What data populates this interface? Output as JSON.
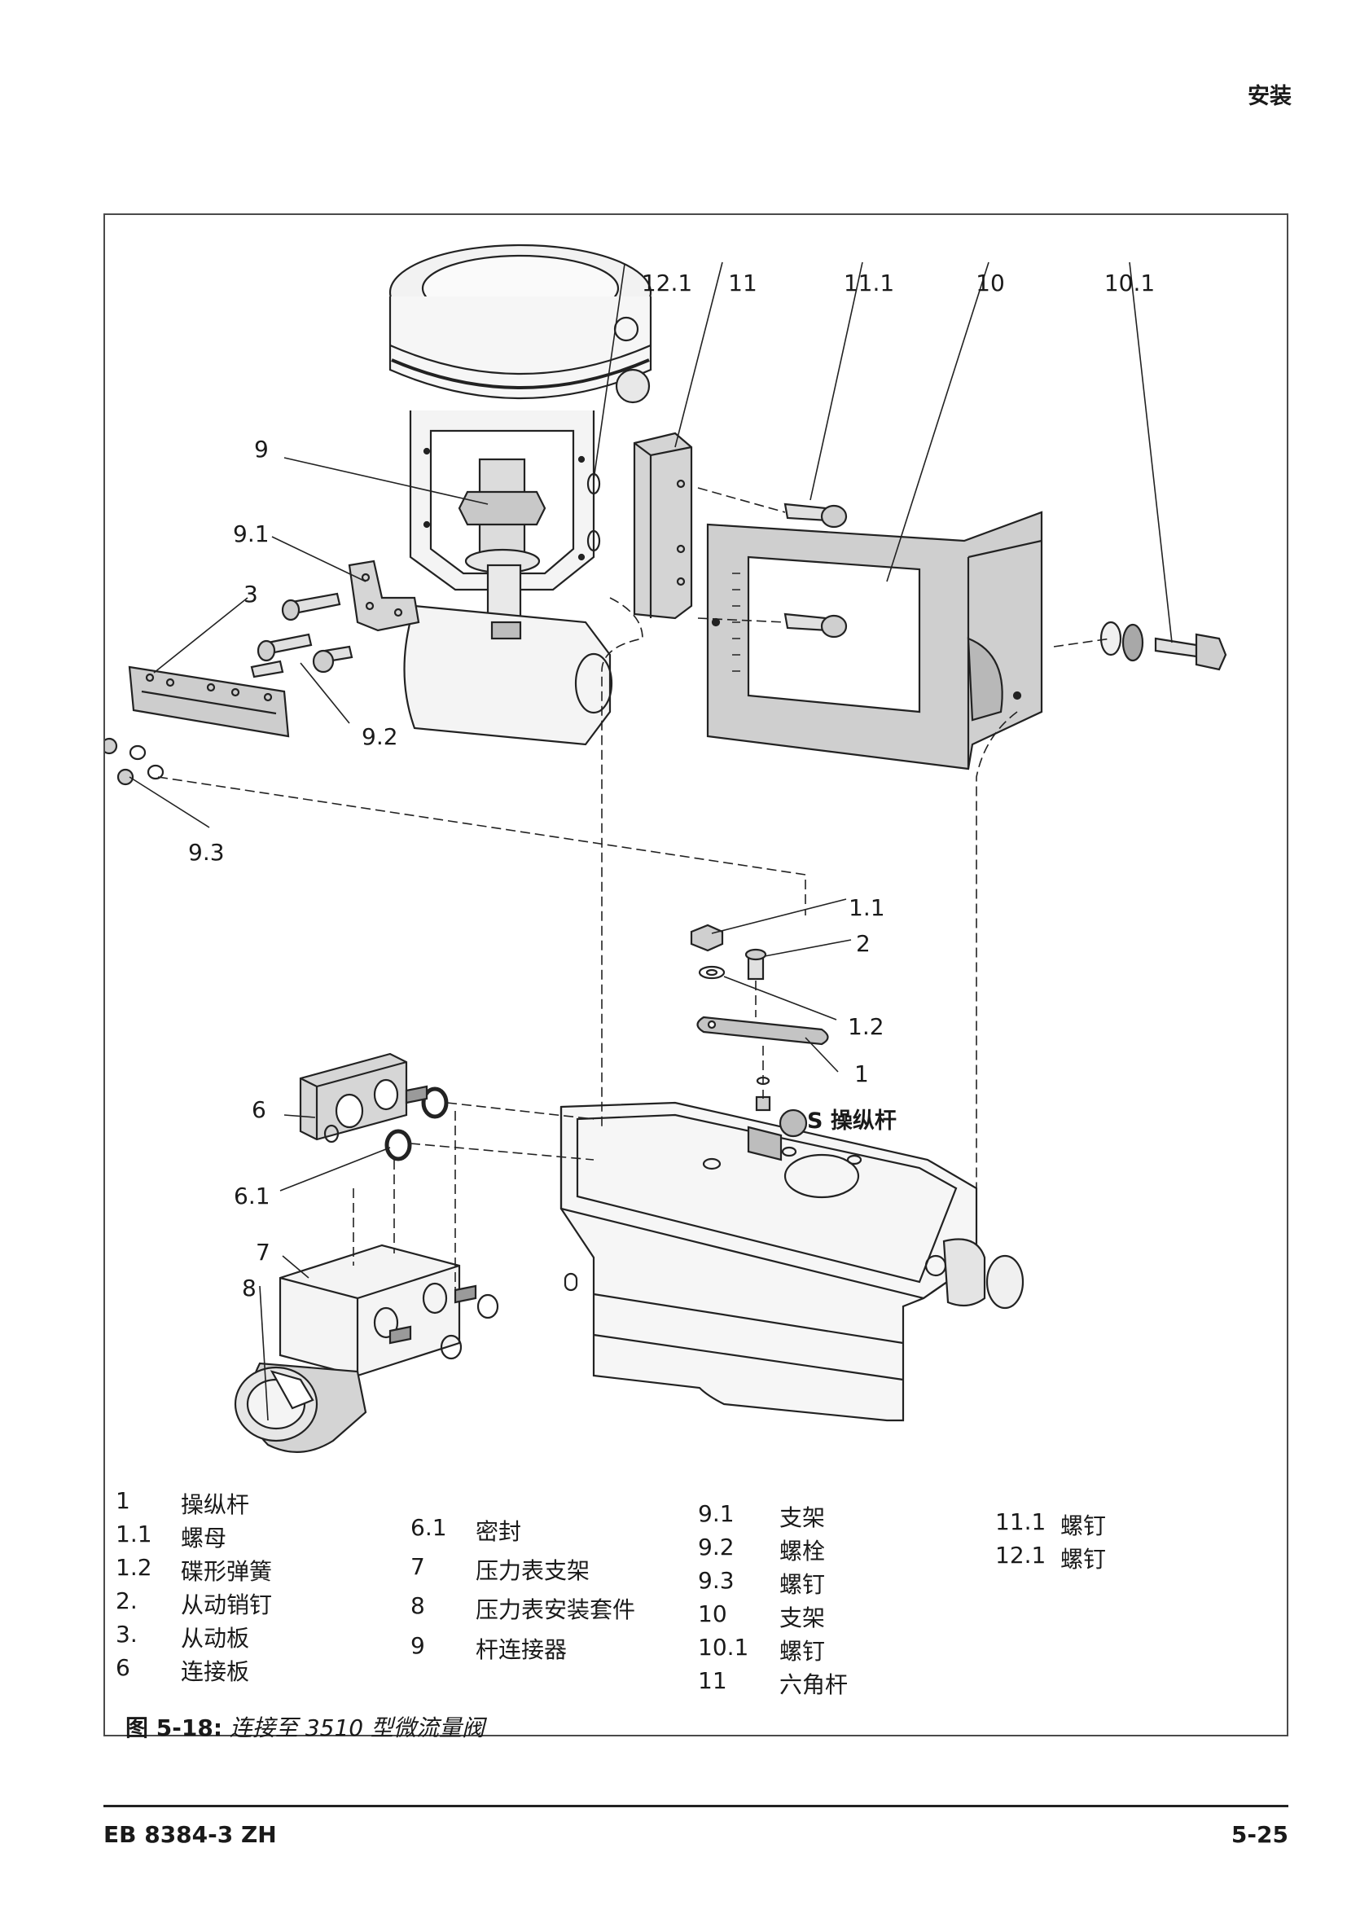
{
  "header": {
    "section_title": "安装"
  },
  "figure": {
    "callouts": {
      "c12_1": "12.1",
      "c11": "11",
      "c11_1": "11.1",
      "c10": "10",
      "c10_1": "10.1",
      "c9": "9",
      "c9_1": "9.1",
      "c3": "3",
      "c9_2": "9.2",
      "c9_3": "9.3",
      "c1_1": "1.1",
      "c2": "2",
      "c1_2": "1.2",
      "c1": "1",
      "lever_s": "S 操纵杆",
      "c6": "6",
      "c6_1": "6.1",
      "c7": "7",
      "c8": "8"
    },
    "legend": {
      "col1": [
        {
          "num": "1",
          "text": "操纵杆"
        },
        {
          "num": "1.1",
          "text": "螺母"
        },
        {
          "num": "1.2",
          "text": "碟形弹簧"
        },
        {
          "num": "2.",
          "text": "从动销钉"
        },
        {
          "num": "3.",
          "text": "从动板"
        },
        {
          "num": "6",
          "text": "连接板"
        }
      ],
      "col2": [
        {
          "num": "6.1",
          "text": "密封"
        },
        {
          "num": "7",
          "text": "压力表支架"
        },
        {
          "num": "8",
          "text": "压力表安装套件"
        },
        {
          "num": "9",
          "text": "杆连接器"
        }
      ],
      "col3": [
        {
          "num": "9.1",
          "text": "支架"
        },
        {
          "num": "9.2",
          "text": "螺栓"
        },
        {
          "num": "9.3",
          "text": "螺钉"
        },
        {
          "num": "10",
          "text": "支架"
        },
        {
          "num": "10.1",
          "text": "螺钉"
        },
        {
          "num": "11",
          "text": "六角杆"
        }
      ],
      "col4": [
        {
          "num": "11.1",
          "text": "螺钉"
        },
        {
          "num": "12.1",
          "text": "螺钉"
        }
      ]
    },
    "caption": {
      "label": "图 5-18:",
      "text": " 连接至 3510 型微流量阀"
    }
  },
  "footer": {
    "doc_id": "EB 8384-3 ZH",
    "page_number": "5-25"
  }
}
